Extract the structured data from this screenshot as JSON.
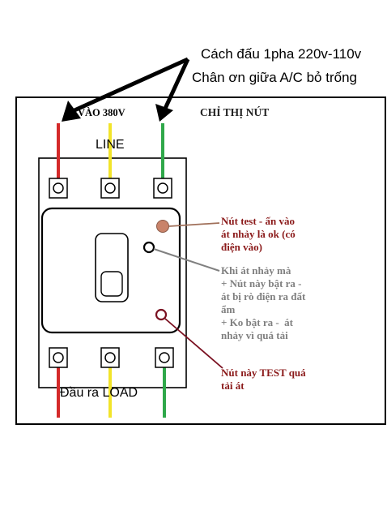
{
  "header": {
    "line1": "Cách đấu 1pha 220v-110v",
    "line2": "Chân ơn giữa A/C bỏ trống"
  },
  "labels": {
    "input": "VÀO 380V",
    "indicator_title": "CHỈ THỊ NÚT",
    "line": "LINE",
    "load": "Đầu ra LOAD"
  },
  "notes": {
    "test_button": "Nút test - ấn vào\nát nhảy là ok (có\nđiện vào)",
    "trip_indicator": "Khi át nhảy mà\n+ Nút này bật ra -\nát bị rò điện ra đất\nẩm\n+ Ko bật ra -  át\nnhảy vì quá tải",
    "overload_test": "Nút này TEST quá\ntải át"
  },
  "colors": {
    "wire_left": "#d42a2a",
    "wire_middle": "#f2e42a",
    "wire_right": "#2fa84a",
    "test_button_fill": "#c9836a",
    "note_dark_red": "#8b1a1a",
    "note_gray": "#808080",
    "leader_brown": "#a0705a",
    "leader_maroon": "#7a1020"
  },
  "icons": {
    "arrows": "arrow-icon",
    "terminals": "terminal-screw-icon",
    "toggle": "breaker-toggle-icon"
  }
}
